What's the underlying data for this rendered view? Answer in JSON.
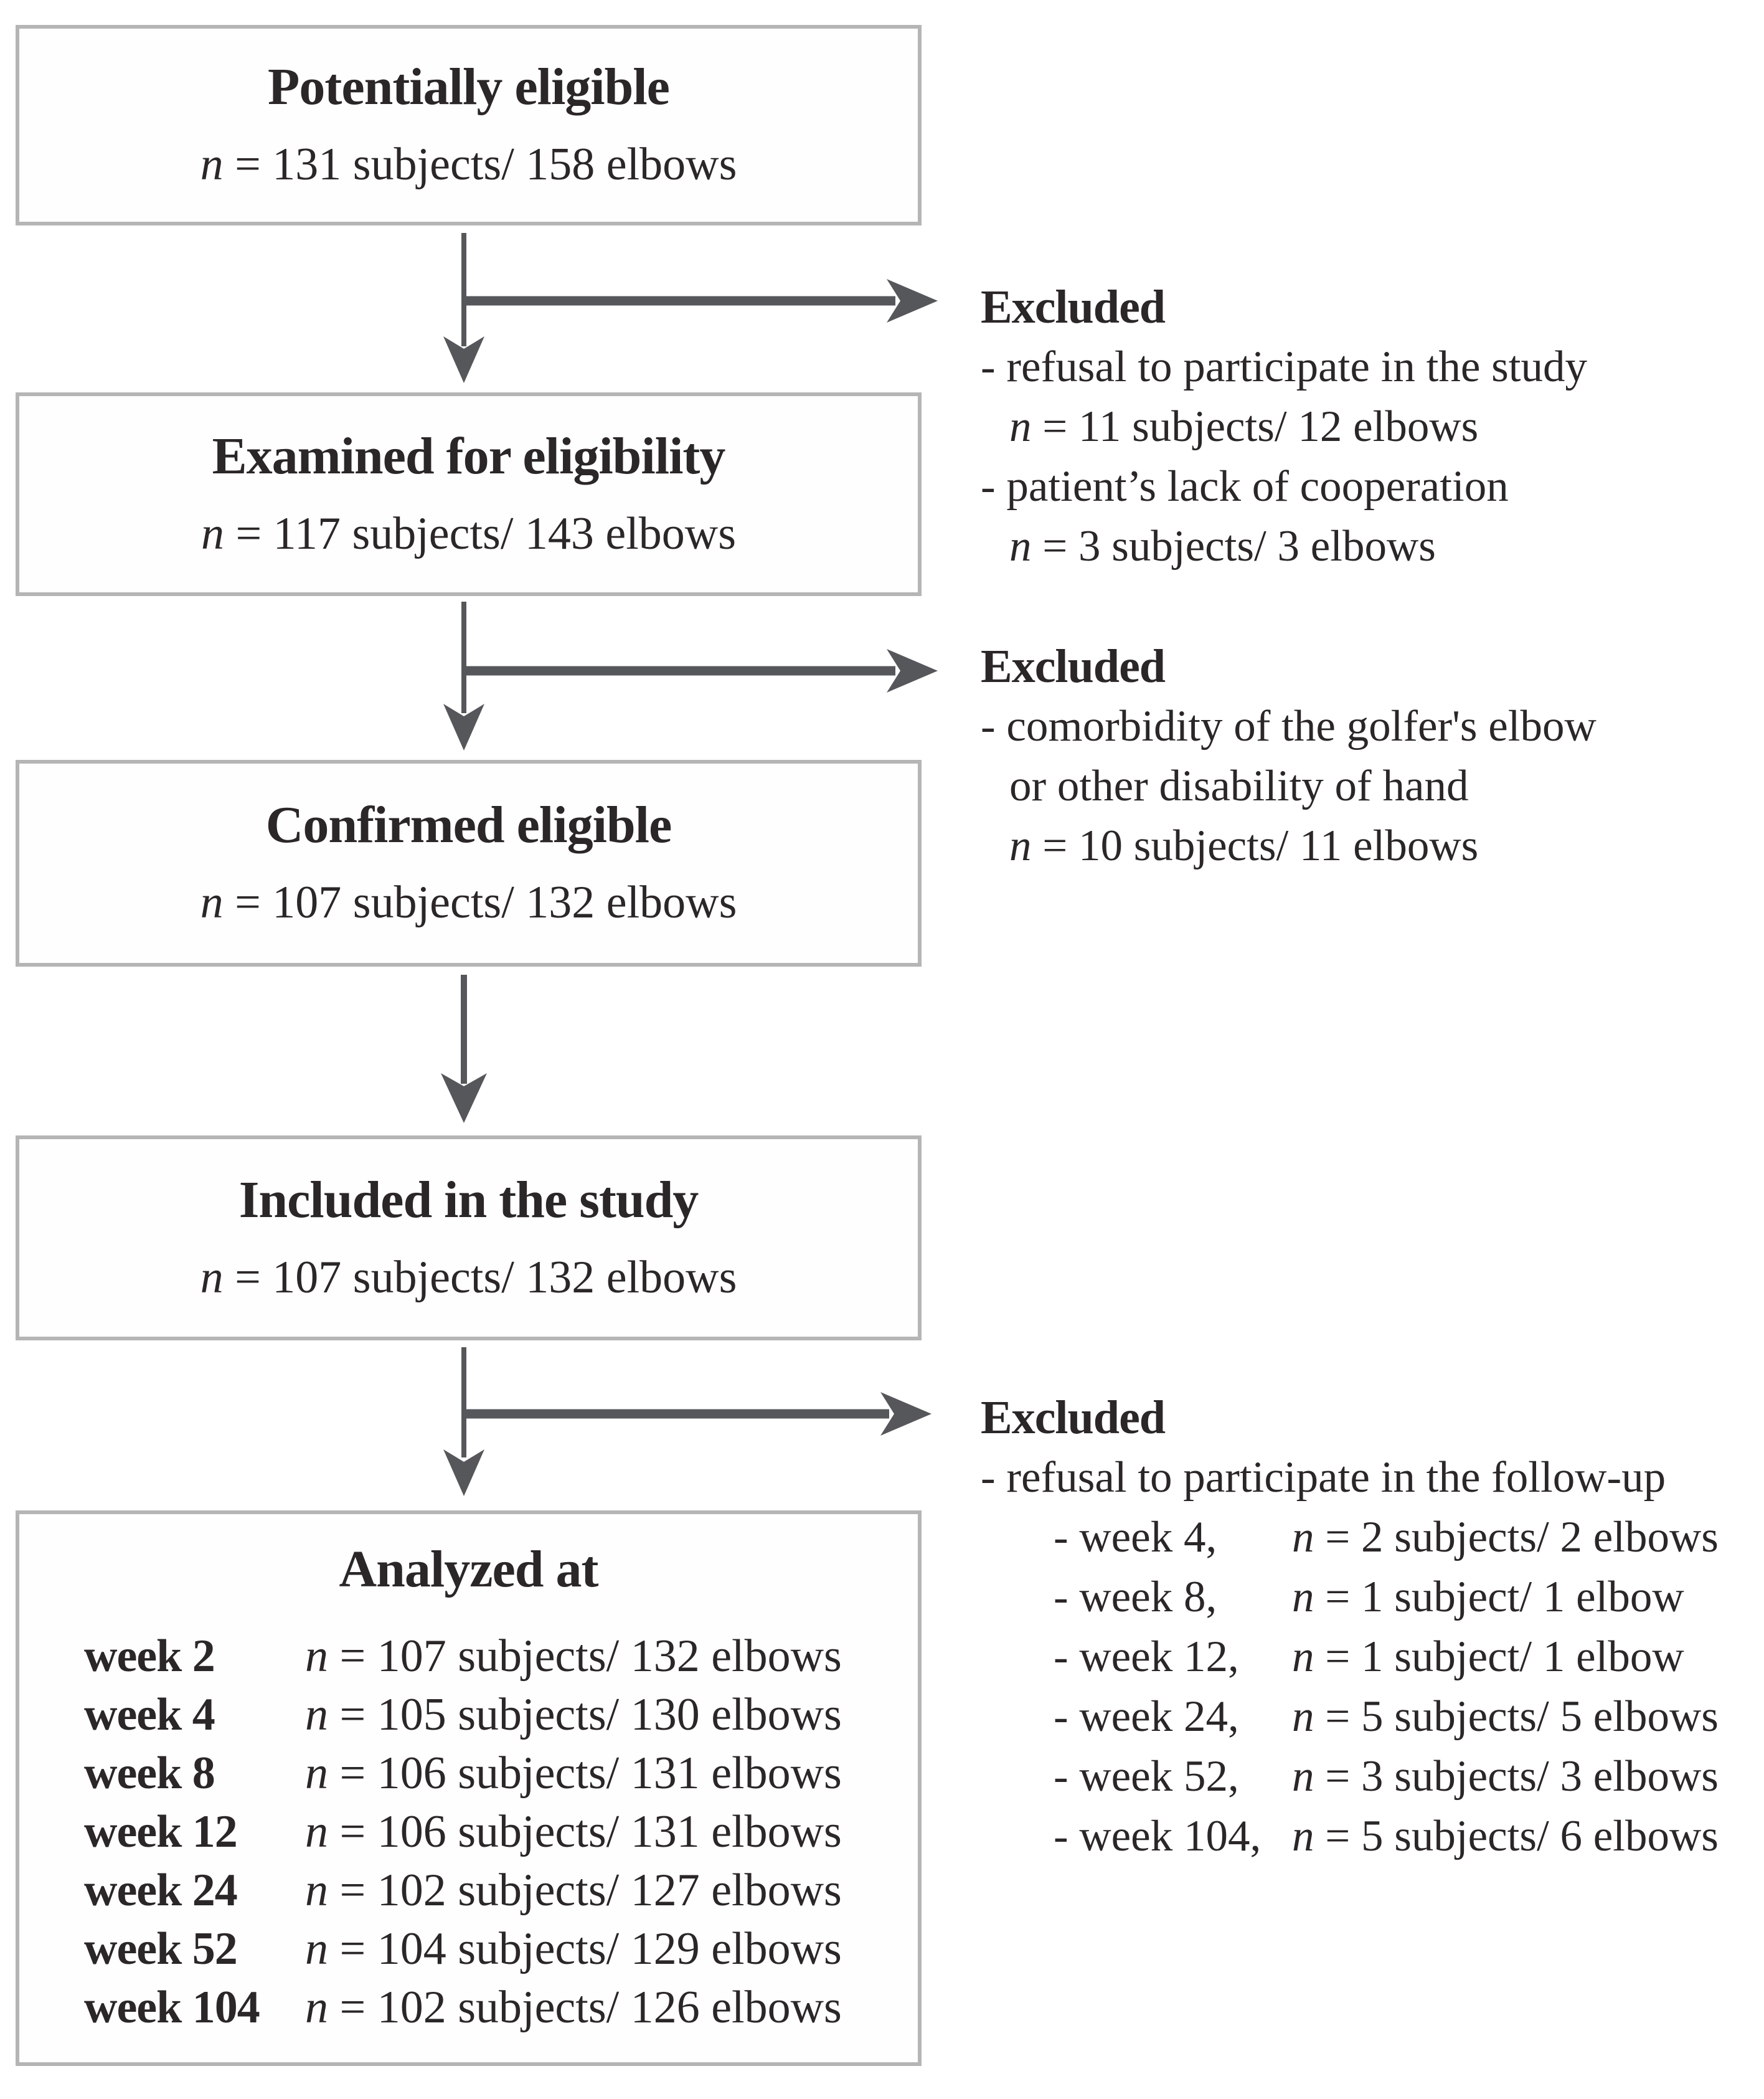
{
  "colors": {
    "arrow": "#56575b",
    "box_border": "#b5b5b5",
    "text": "#2b2627"
  },
  "boxes": [
    {
      "title": "Potentially eligible",
      "n": "n",
      "count": " = 131 subjects/ 158 elbows"
    },
    {
      "title": "Examined for eligibility",
      "n": "n",
      "count": " = 117 subjects/ 143 elbows"
    },
    {
      "title": "Confirmed eligible",
      "n": "n",
      "count": " = 107 subjects/ 132 elbows"
    },
    {
      "title": "Included in the study",
      "n": "n",
      "count": " = 107 subjects/ 132 elbows"
    }
  ],
  "analyzed": {
    "title": "Analyzed at",
    "rows": [
      {
        "label": "week 2",
        "n": "n",
        "count": " = 107 subjects/ 132 elbows"
      },
      {
        "label": "week 4",
        "n": "n",
        "count": " = 105 subjects/ 130 elbows"
      },
      {
        "label": "week 8",
        "n": "n",
        "count": " = 106 subjects/ 131 elbows"
      },
      {
        "label": "week 12",
        "n": "n",
        "count": " = 106 subjects/ 131 elbows"
      },
      {
        "label": "week 24",
        "n": "n",
        "count": " = 102 subjects/ 127 elbows"
      },
      {
        "label": "week 52",
        "n": "n",
        "count": " = 104 subjects/ 129 elbows"
      },
      {
        "label": "week 104",
        "n": "n",
        "count": " = 102 subjects/ 126 elbows"
      }
    ]
  },
  "excluded_blocks": [
    {
      "heading": "Excluded",
      "item1": "- refusal to participate in the study",
      "item2_n": "n",
      "item2": " = 11 subjects/ 12 elbows",
      "item3": "- patient’s lack of cooperation",
      "item4_n": "n",
      "item4": " = 3 subjects/ 3 elbows"
    },
    {
      "heading": "Excluded",
      "item1": "- comorbidity of the golfer's elbow",
      "item2": "or other disability of hand",
      "item3_n": "n",
      "item3": " = 10 subjects/ 11 elbows"
    },
    {
      "heading": "Excluded",
      "intro": "- refusal to participate in the follow-up",
      "weeks": [
        {
          "week": "- week 4,",
          "n": "n",
          "count": " = 2 subjects/ 2 elbows"
        },
        {
          "week": "- week 8,",
          "n": "n",
          "count": " = 1 subject/ 1 elbow"
        },
        {
          "week": "- week 12,",
          "n": "n",
          "count": " = 1 subject/ 1 elbow"
        },
        {
          "week": "- week 24,",
          "n": "n",
          "count": " = 5 subjects/ 5 elbows"
        },
        {
          "week": "- week 52,",
          "n": "n",
          "count": " = 3 subjects/ 3 elbows"
        },
        {
          "week": "- week 104,",
          "n": "n",
          "count": " = 5 subjects/ 6 elbows"
        }
      ]
    }
  ]
}
